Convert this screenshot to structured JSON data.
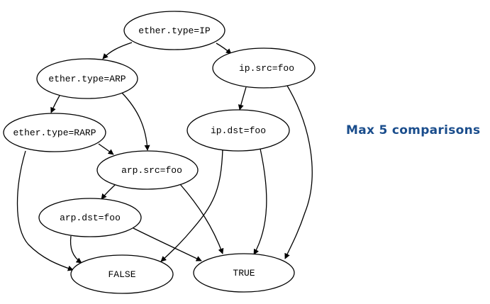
{
  "diagram": {
    "type": "decision-graph",
    "nodes": [
      {
        "id": "ether_ip",
        "label": "ether.type=IP"
      },
      {
        "id": "ether_arp",
        "label": "ether.type=ARP"
      },
      {
        "id": "ip_src",
        "label": "ip.src=foo"
      },
      {
        "id": "ether_rarp",
        "label": "ether.type=RARP"
      },
      {
        "id": "ip_dst",
        "label": "ip.dst=foo"
      },
      {
        "id": "arp_src",
        "label": "arp.src=foo"
      },
      {
        "id": "arp_dst",
        "label": "arp.dst=foo"
      },
      {
        "id": "false",
        "label": "FALSE"
      },
      {
        "id": "true",
        "label": "TRUE"
      }
    ],
    "edges": [
      {
        "from": "ether_ip",
        "to": "ether_arp"
      },
      {
        "from": "ether_ip",
        "to": "ip_src"
      },
      {
        "from": "ether_arp",
        "to": "ether_rarp"
      },
      {
        "from": "ether_arp",
        "to": "arp_src"
      },
      {
        "from": "ether_rarp",
        "to": "arp_src"
      },
      {
        "from": "ether_rarp",
        "to": "false"
      },
      {
        "from": "ip_src",
        "to": "ip_dst"
      },
      {
        "from": "ip_src",
        "to": "true"
      },
      {
        "from": "ip_dst",
        "to": "false"
      },
      {
        "from": "ip_dst",
        "to": "true"
      },
      {
        "from": "arp_src",
        "to": "arp_dst"
      },
      {
        "from": "arp_src",
        "to": "true"
      },
      {
        "from": "arp_dst",
        "to": "false"
      },
      {
        "from": "arp_dst",
        "to": "true"
      }
    ]
  },
  "annotation": {
    "text": "Max 5 comparisons",
    "color": "#1a4d8c"
  }
}
